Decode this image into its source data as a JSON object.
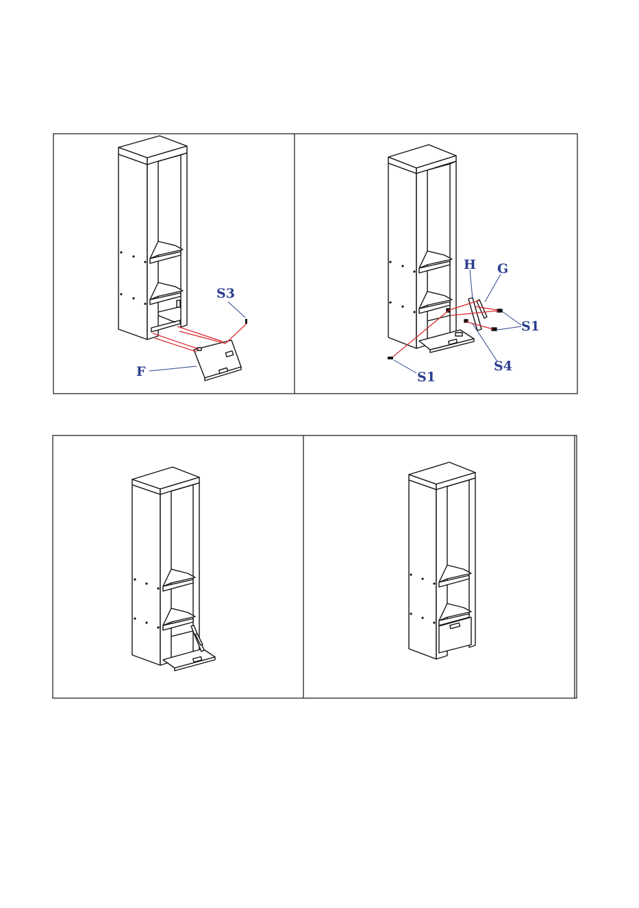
{
  "colors": {
    "line": "#111111",
    "frame": "#222222",
    "label": "#2b3f8f",
    "guide": "#d8232a"
  },
  "steps": [
    {
      "labels": {
        "s3": "S3",
        "f": "F"
      }
    },
    {
      "labels": {
        "h": "H",
        "g": "G",
        "s1_right": "S1",
        "s4": "S4",
        "s1_left": "S1"
      }
    },
    {
      "labels": {}
    },
    {
      "labels": {}
    }
  ]
}
